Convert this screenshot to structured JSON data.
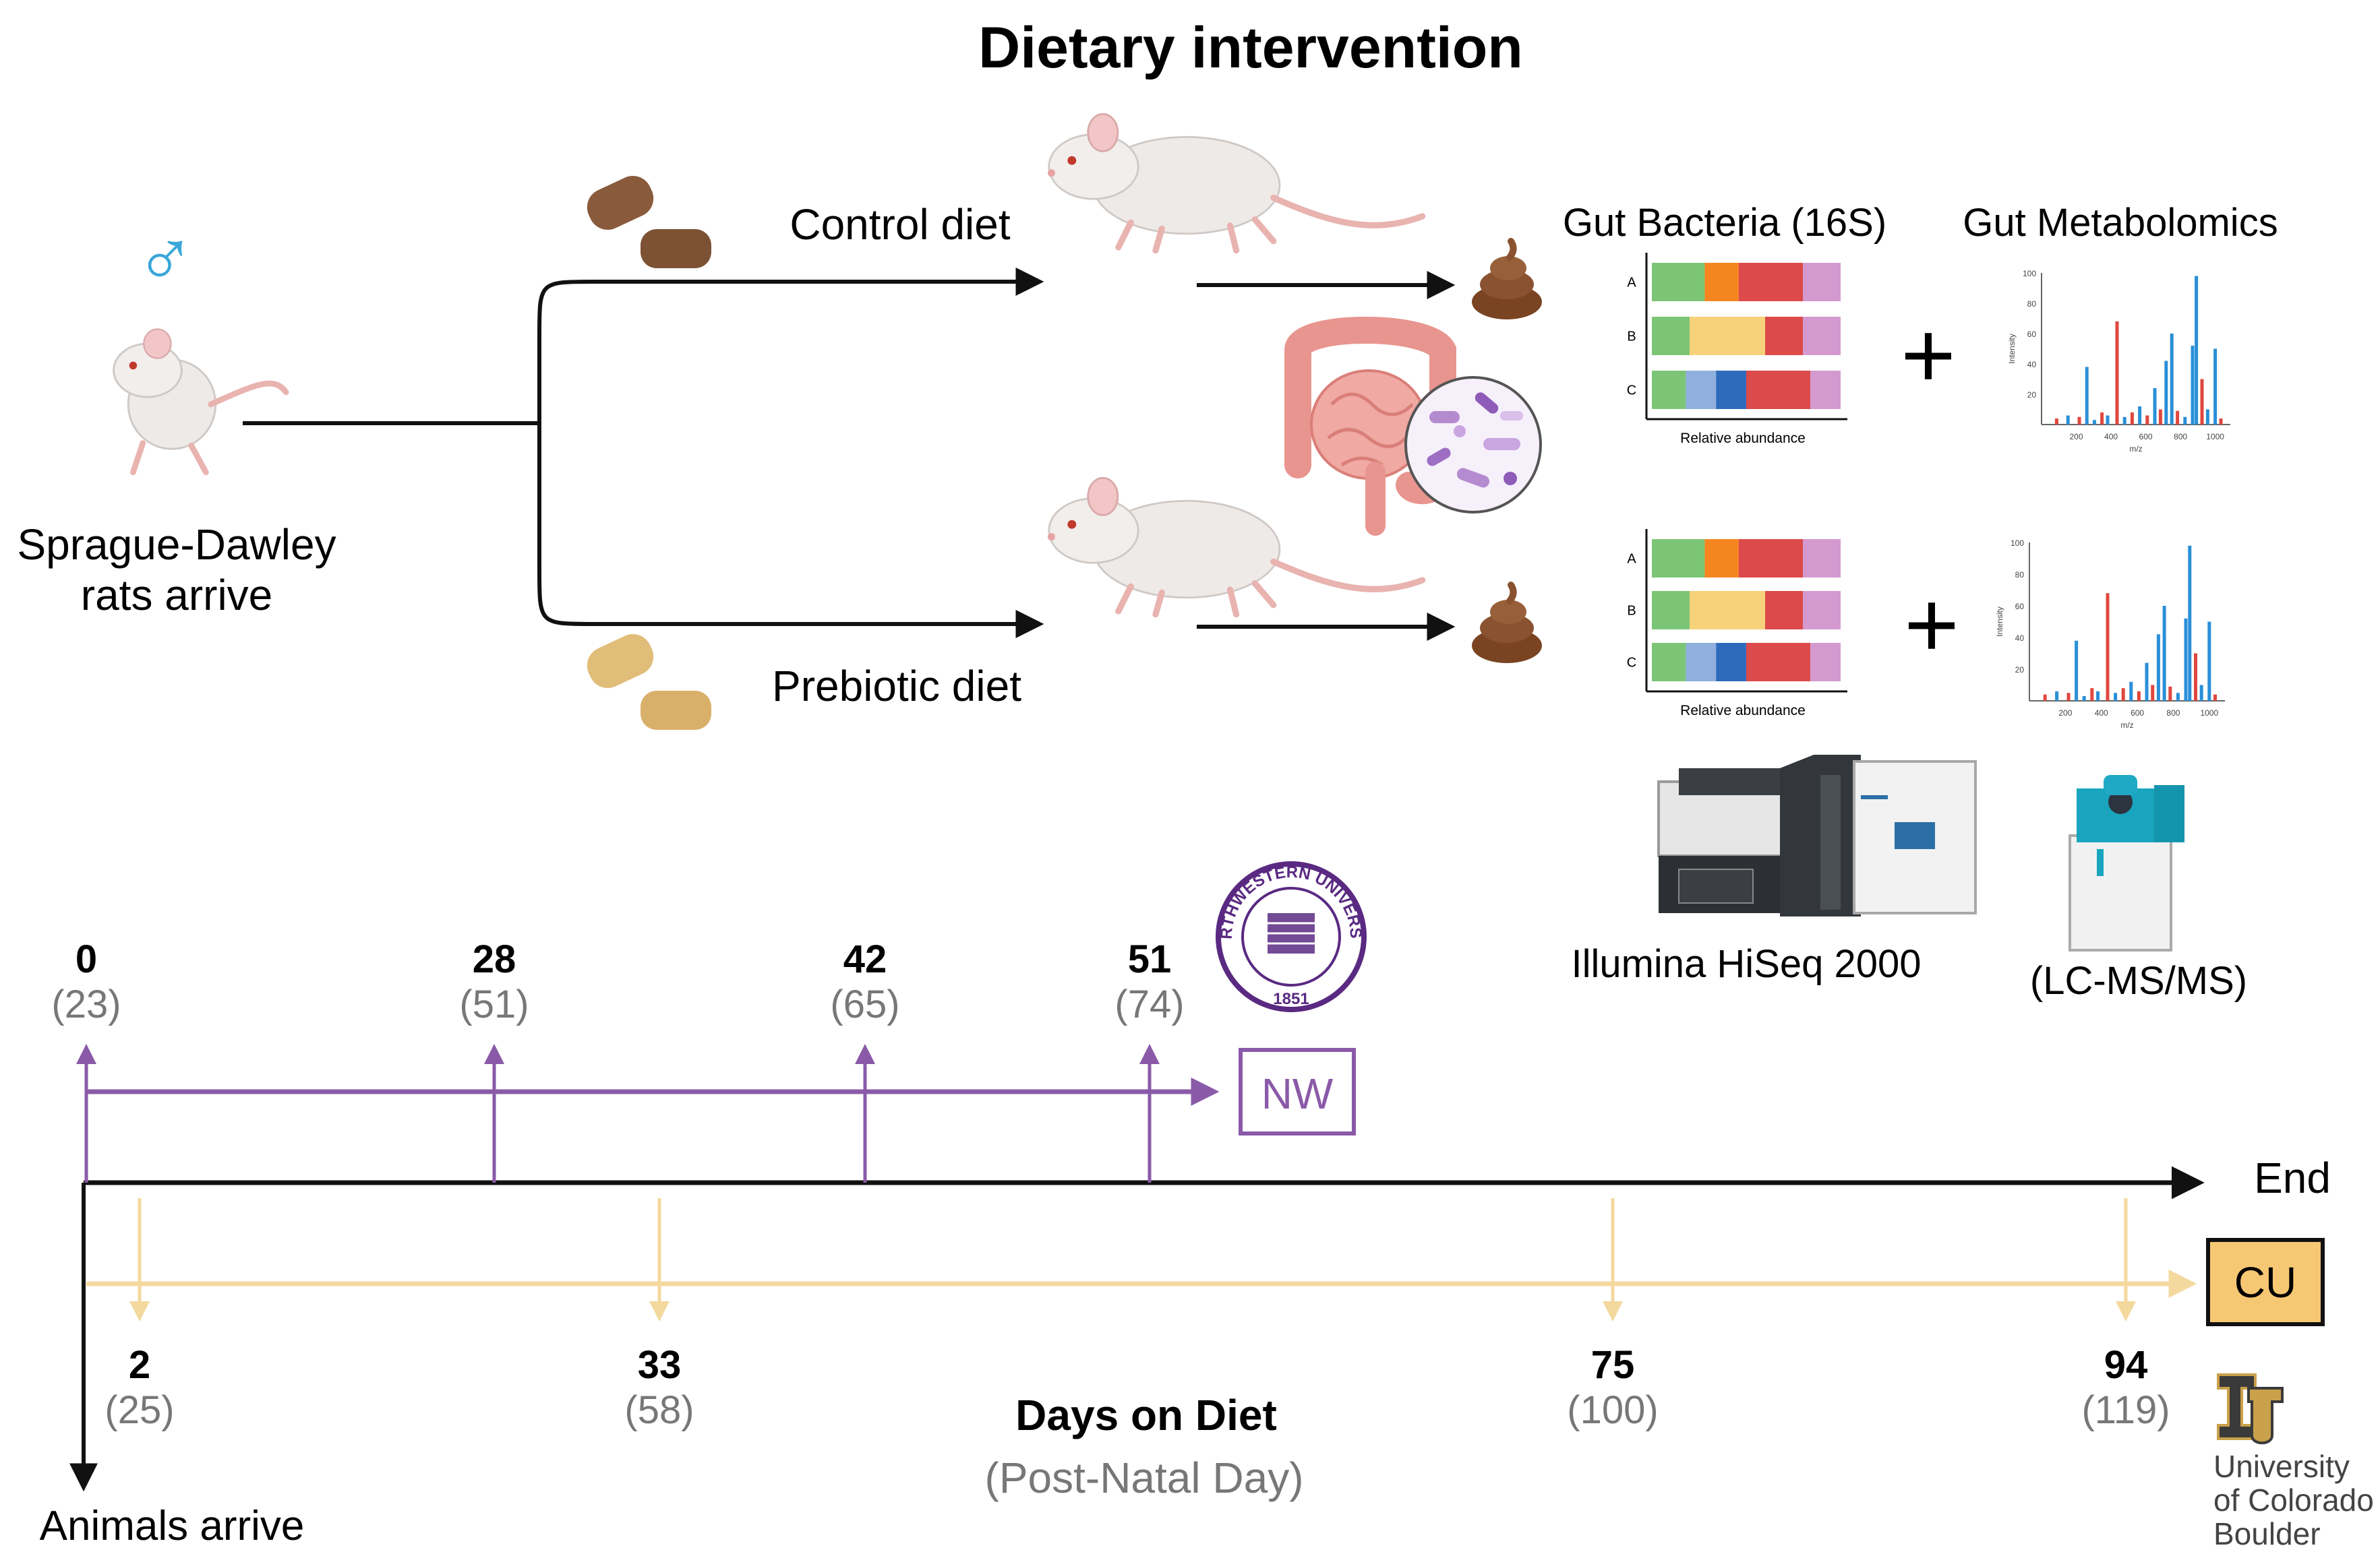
{
  "title": "Dietary intervention",
  "subjects": {
    "label_line1": "Sprague-Dawley",
    "label_line2": "rats arrive",
    "sex_symbol": "♂"
  },
  "diets": [
    {
      "label": "Control diet"
    },
    {
      "label": "Prebiotic diet"
    }
  ],
  "analyses": {
    "bacteria_title": "Gut Bacteria (16S)",
    "metabolomics_title": "Gut Metabolomics",
    "bar_rows": [
      "A",
      "B",
      "C"
    ],
    "bar_xlabel": "Relative abundance",
    "plus_sign": "+",
    "spec_yticks": [
      "100",
      "80",
      "60",
      "40",
      "20"
    ],
    "spec_xticks": [
      "200",
      "400",
      "600",
      "800",
      "1000"
    ],
    "spec_ylabel": "Intensity",
    "spec_xlabel": "m/z",
    "sequencer_label": "Illumina HiSeq 2000",
    "msms_label": "(LC-MS/MS)"
  },
  "colors": {
    "nw_purple": "#8a5aa8",
    "cu_gold": "#f7c873",
    "cu_line": "#f4d99e",
    "seg_green": "#7cc576",
    "seg_orange": "#f5861f",
    "seg_red": "#dd4a4a",
    "seg_pink": "#d49ad0",
    "seg_yellow": "#f8d27a",
    "seg_lightblue": "#8fb0de",
    "seg_blue": "#2f6bbd",
    "spec_blue": "#2a8fd8",
    "spec_red": "#e0473e"
  },
  "timeline": {
    "axis_label": "Days on Diet",
    "axis_sublabel": "(Post-Natal Day)",
    "end_label": "End",
    "start_label": "Animals arrive",
    "nw": {
      "label": "NW",
      "seal_text": "NORTHWESTERN UNIVERSITY",
      "seal_year": "1851",
      "points": [
        {
          "day": "0",
          "pnd": "(23)"
        },
        {
          "day": "28",
          "pnd": "(51)"
        },
        {
          "day": "42",
          "pnd": "(65)"
        },
        {
          "day": "51",
          "pnd": "(74)"
        }
      ]
    },
    "cu": {
      "label": "CU",
      "logo_line1": "University",
      "logo_line2": "of Colorado",
      "logo_line3": "Boulder",
      "points": [
        {
          "day": "2",
          "pnd": "(25)"
        },
        {
          "day": "33",
          "pnd": "(58)"
        },
        {
          "day": "75",
          "pnd": "(100)"
        },
        {
          "day": "94",
          "pnd": "(119)"
        }
      ]
    }
  }
}
